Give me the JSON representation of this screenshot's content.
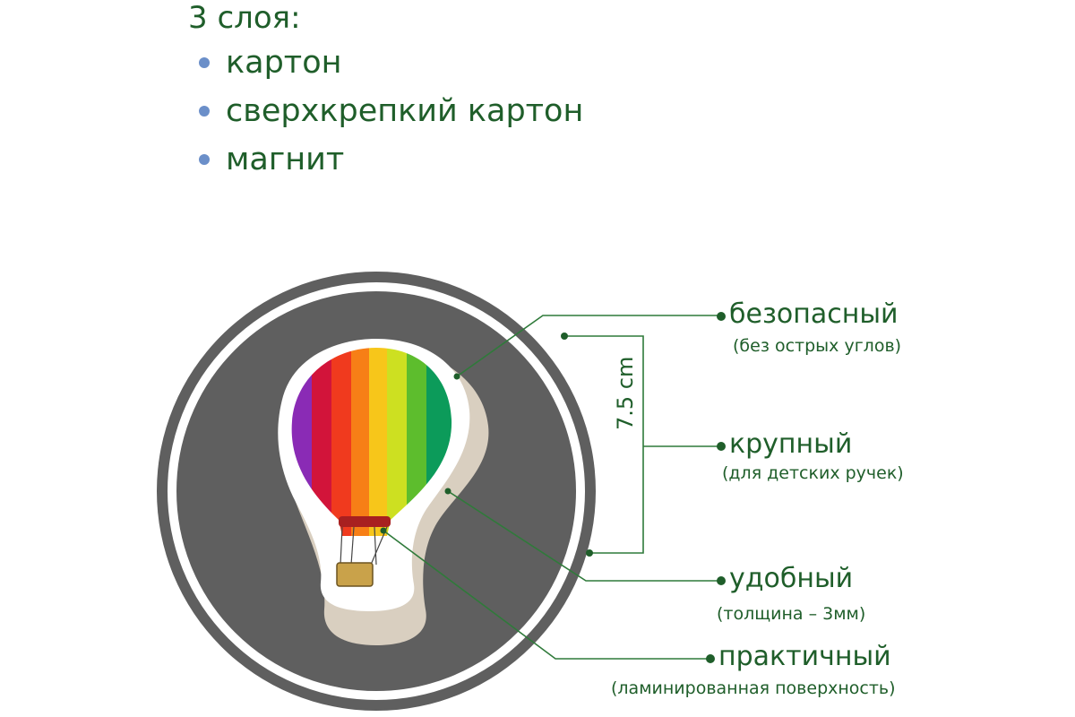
{
  "layers": {
    "title": "3 слоя:",
    "items": [
      "картон",
      "сверхкрепкий картон",
      "магнит"
    ],
    "bullet_color": "#6b8fc9"
  },
  "features": [
    {
      "name": "безопасный",
      "desc": "(без острых углов)"
    },
    {
      "name": "крупный",
      "desc": "(для детских ручек)"
    },
    {
      "name": "удобный",
      "desc": "(толщина – 3мм)"
    },
    {
      "name": "практичный",
      "desc": "(ламинированная поверхность)"
    }
  ],
  "dimension": {
    "label": "7.5 cm"
  },
  "colors": {
    "text_green": "#1f5e2a",
    "circle_gray": "#5f5f5f",
    "line_green": "#2f7a3a"
  }
}
